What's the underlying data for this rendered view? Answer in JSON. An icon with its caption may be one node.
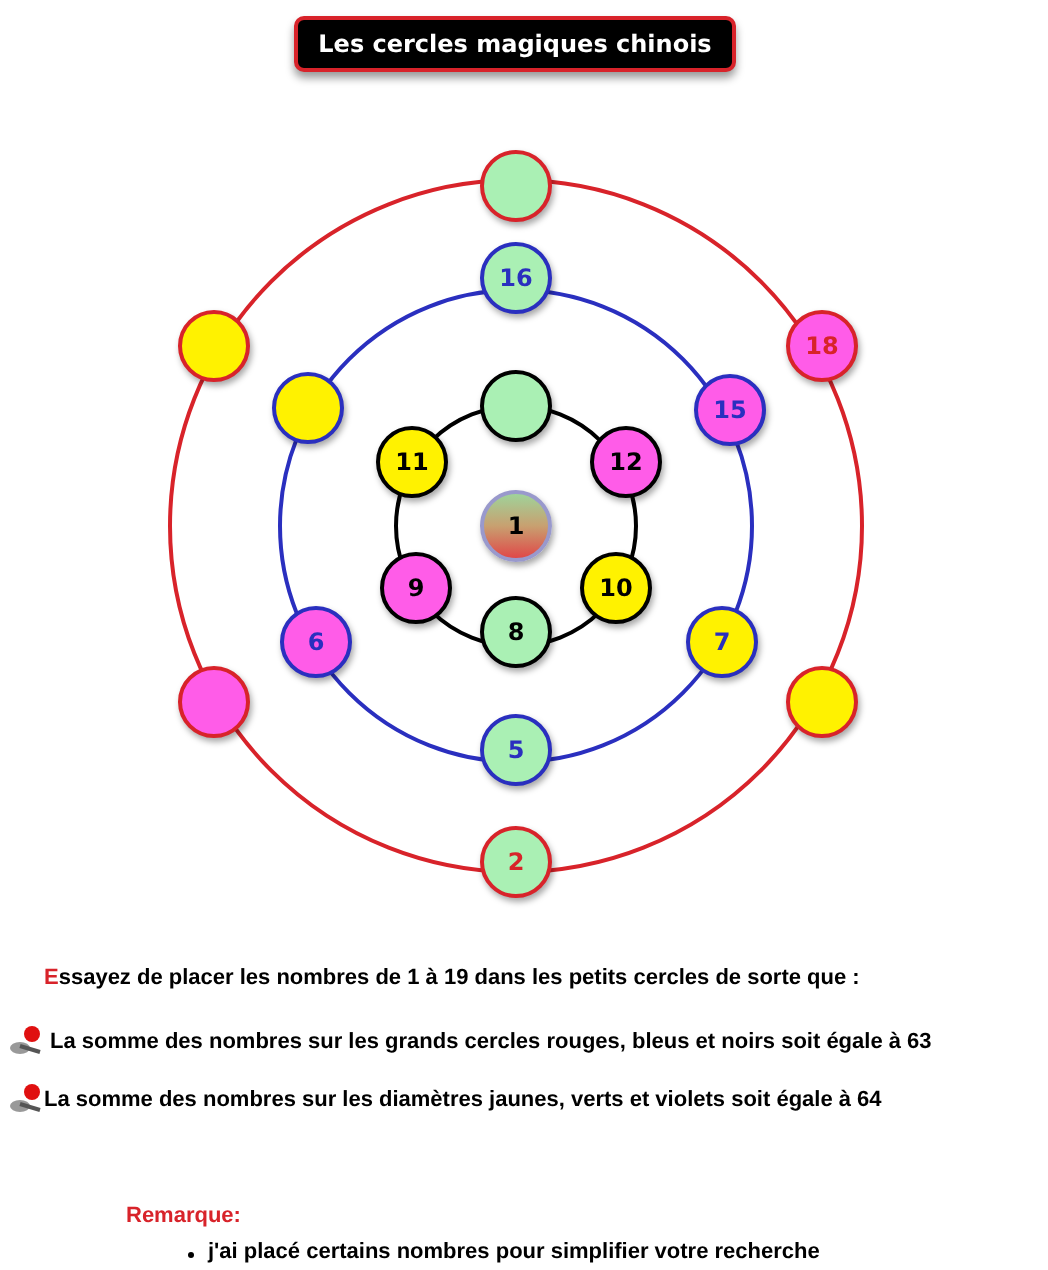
{
  "diagram": {
    "title": "Les cercles magiques chinois",
    "nodes": [
      {
        "text": [],
        "shape": "circle"
      },
      {
        "text": [
          "16"
        ]
      },
      {
        "text": [],
        "shape": "circle"
      },
      {
        "text": [
          "18"
        ]
      },
      {
        "text": [],
        "shape": "circle"
      },
      {
        "text": [],
        "shape": "circle"
      },
      {
        "text": [
          "15"
        ]
      },
      {
        "text": [
          "11"
        ]
      },
      {
        "text": [
          "12"
        ]
      },
      {
        "text": [
          "1"
        ]
      },
      {
        "text": [
          "9"
        ]
      },
      {
        "text": [
          "10"
        ]
      },
      {
        "text": [
          "8"
        ]
      },
      {
        "text": [
          "6"
        ]
      },
      {
        "text": [
          "7"
        ]
      },
      {
        "text": [],
        "shape": "circle"
      },
      {
        "text": [],
        "shape": "circle"
      },
      {
        "text": [
          "5"
        ]
      },
      {
        "text": [
          "2"
        ]
      }
    ],
    "labels": [
      "Essayez de placer les nombres de 1 à 19 dans les petits cercles de sorte que :",
      "La somme des nombres sur les grands cercles rouges, bleus et noirs soit égale à 63",
      "La somme des nombres sur les diamètres jaunes, verts et violets soit égale à 64",
      "Remarque:",
      "j'ai placé certains nombres pour simplifier votre recherche"
    ]
  }
}
